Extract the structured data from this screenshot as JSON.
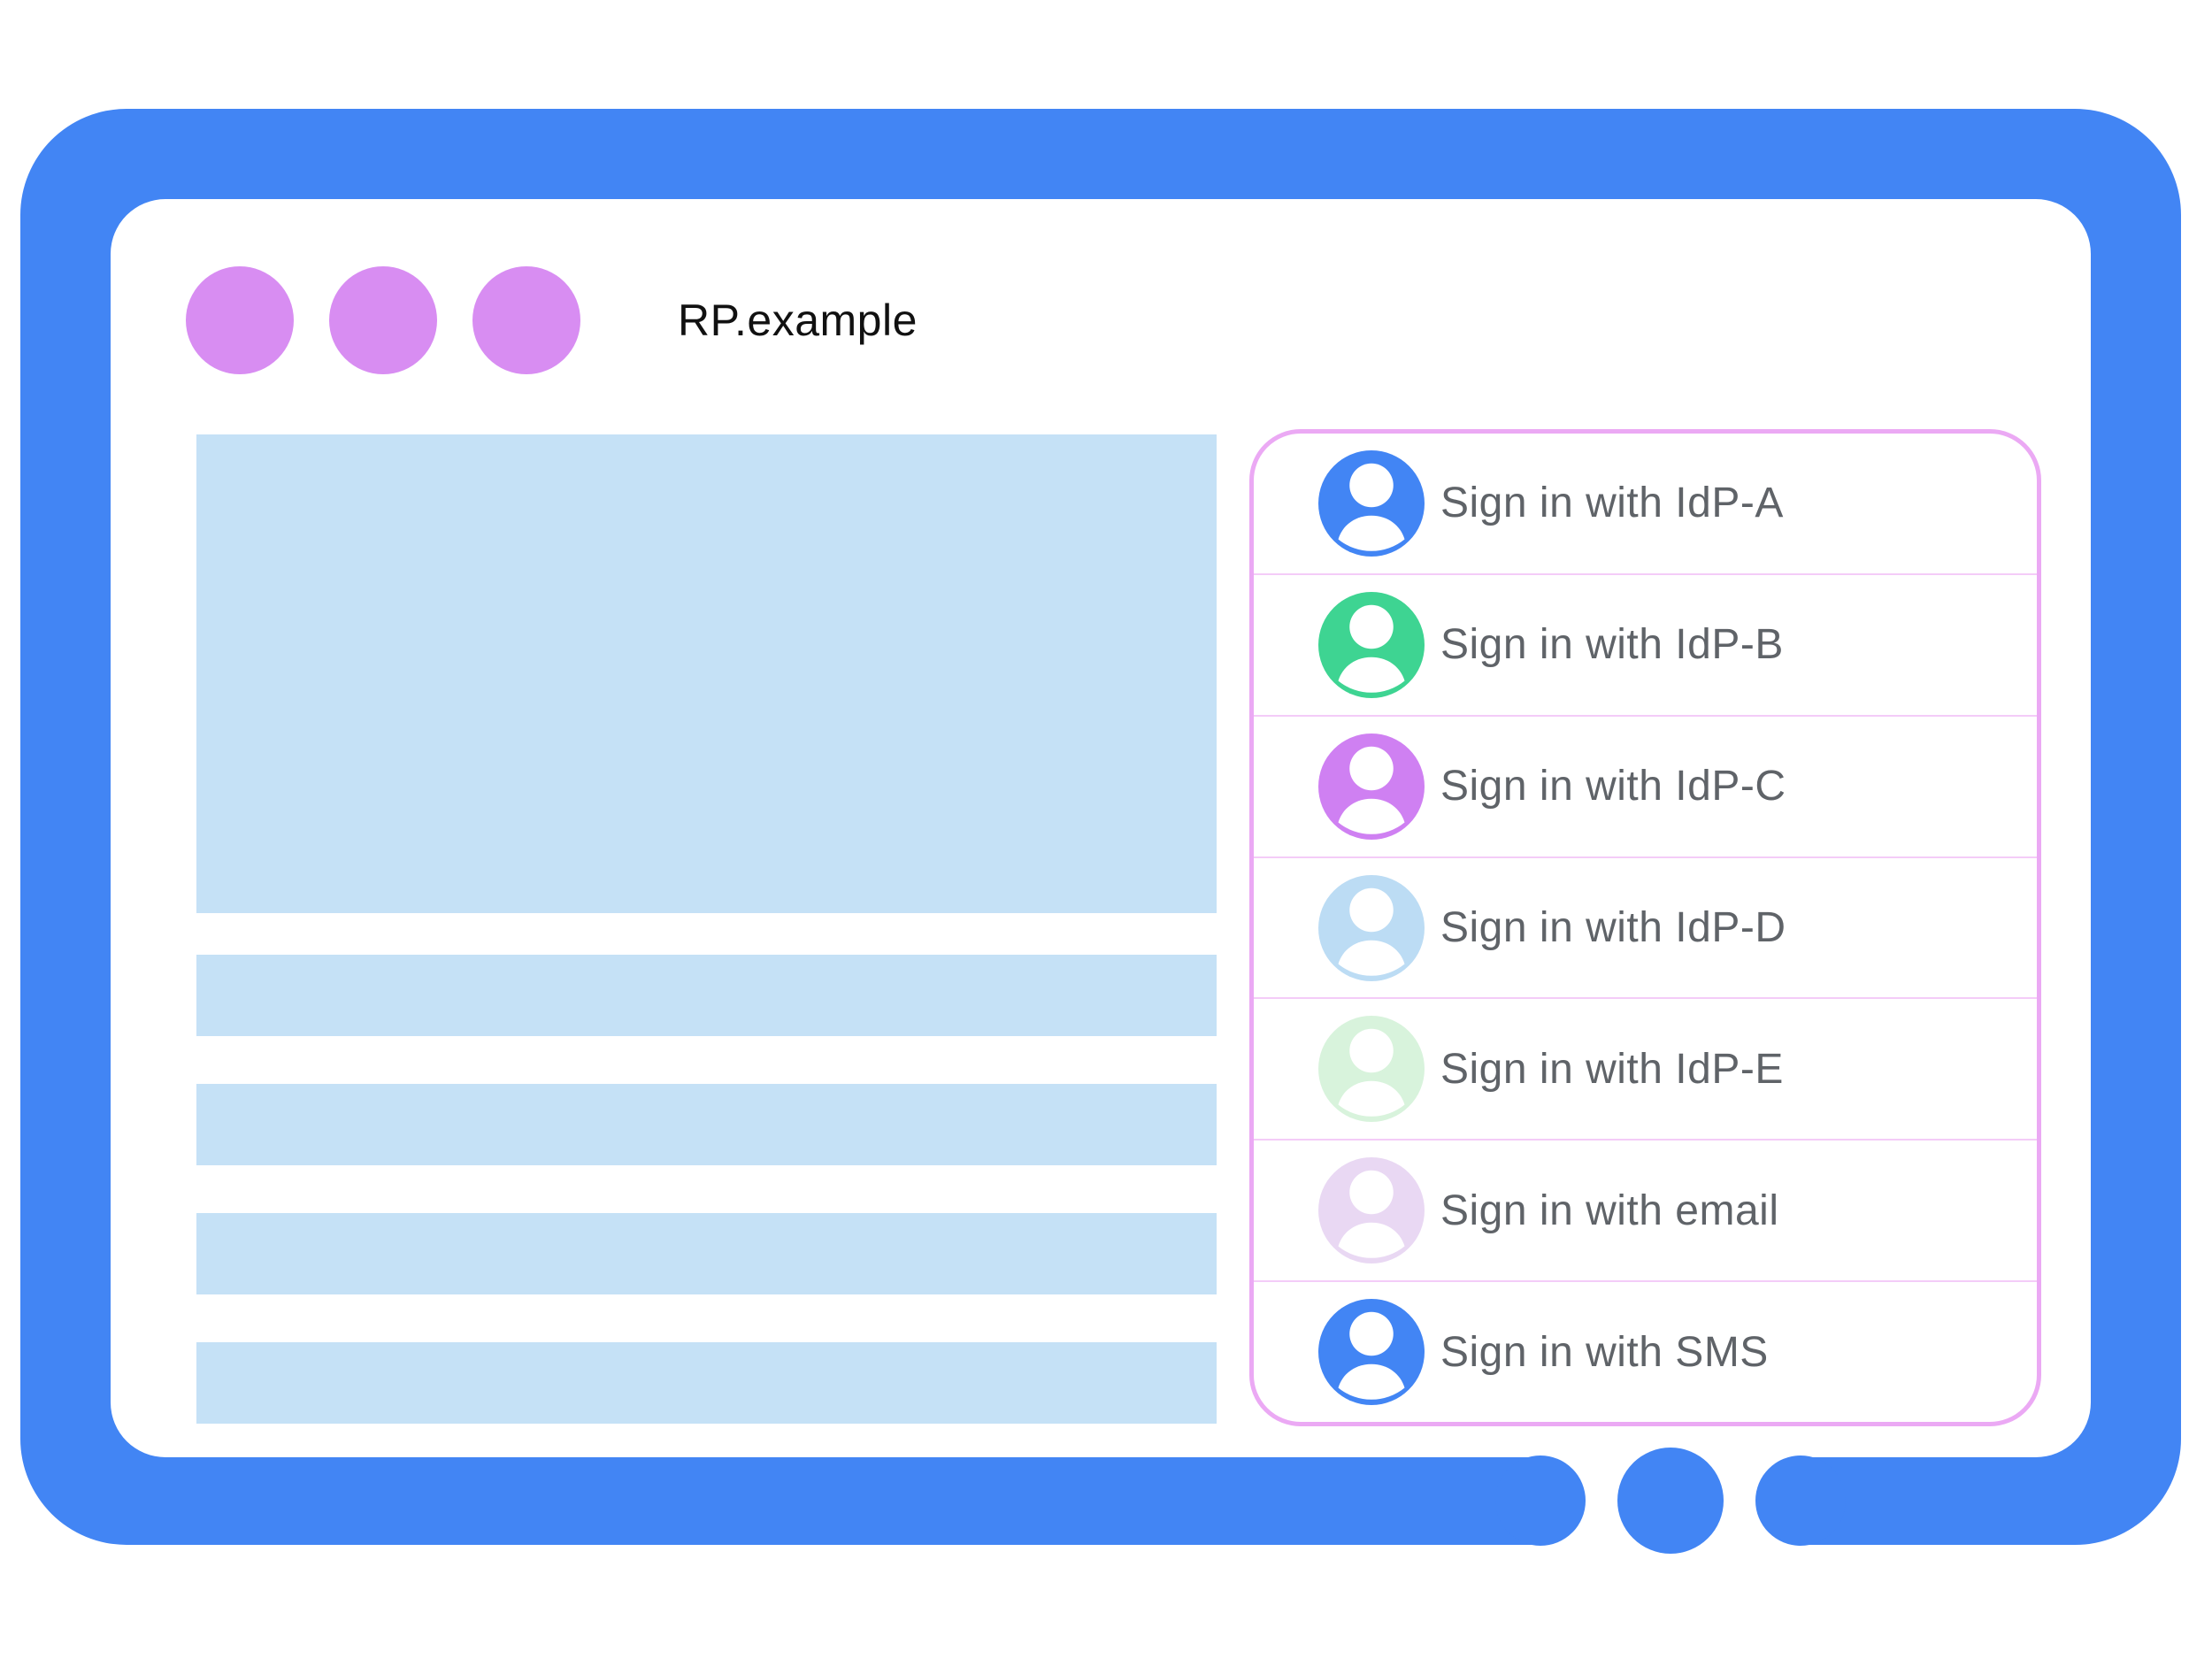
{
  "frame": {
    "color": "#4285f4",
    "inner_background": "#ffffff"
  },
  "home_button": {
    "color": "#4285f4"
  },
  "window": {
    "title": "RP.example",
    "title_color": "#111111",
    "traffic_light_color": "#d88df2"
  },
  "content_placeholders": {
    "color": "#c5e1f6"
  },
  "signin_panel": {
    "border_color": "#eba9f4",
    "divider_color": "#f4ccf8",
    "label_color": "#5f6368",
    "items": [
      {
        "label": "Sign in with IdP-A",
        "avatar_color": "#4285f4",
        "icon": "person-icon"
      },
      {
        "label": "Sign in with IdP-B",
        "avatar_color": "#3ed492",
        "icon": "person-icon"
      },
      {
        "label": "Sign in with IdP-C",
        "avatar_color": "#cf80f2",
        "icon": "person-icon"
      },
      {
        "label": "Sign in with IdP-D",
        "avatar_color": "#bcdcf4",
        "icon": "person-icon"
      },
      {
        "label": "Sign in with IdP-E",
        "avatar_color": "#d8f3dc",
        "icon": "person-icon"
      },
      {
        "label": "Sign in with email",
        "avatar_color": "#e9d8f3",
        "icon": "person-icon"
      },
      {
        "label": "Sign in with SMS",
        "avatar_color": "#4285f4",
        "icon": "person-icon"
      }
    ]
  }
}
